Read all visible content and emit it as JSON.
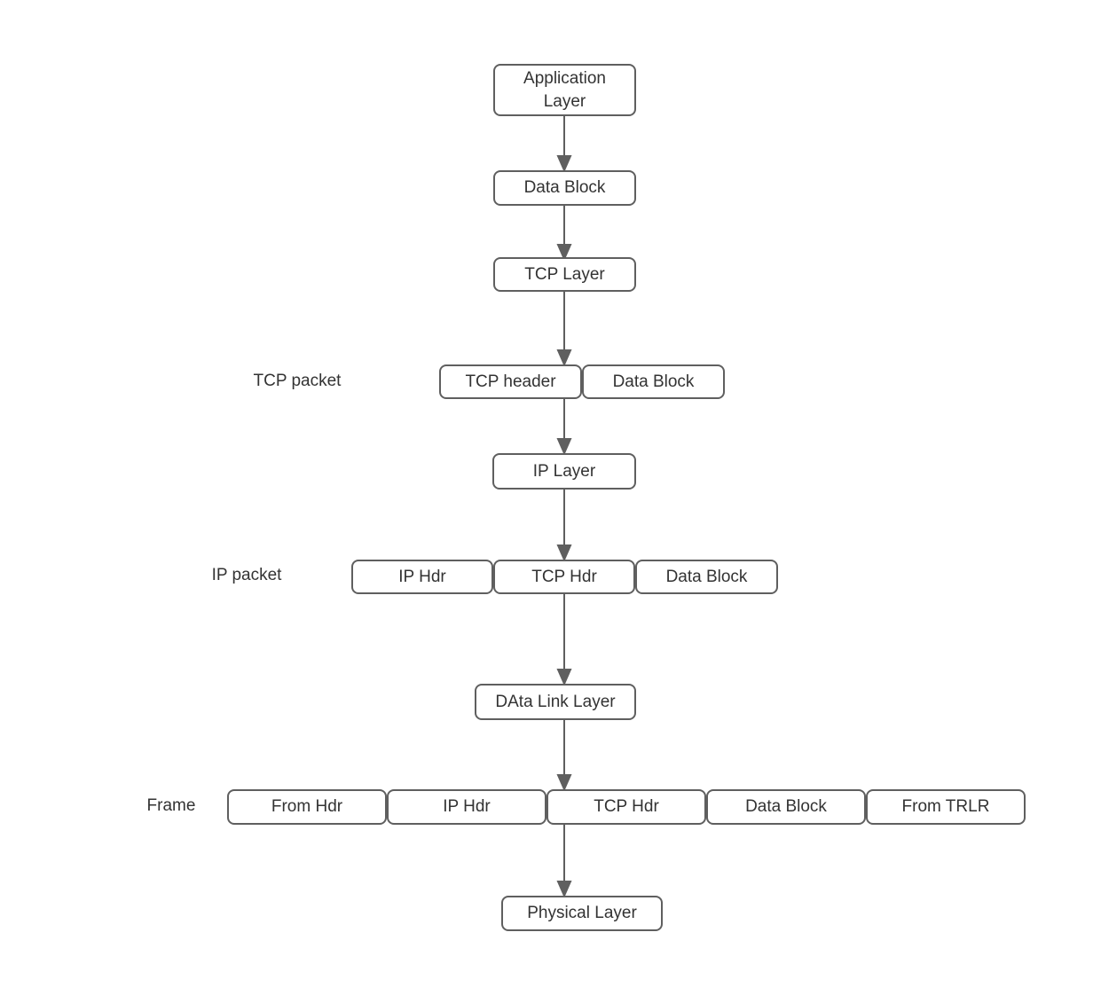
{
  "diagram": {
    "colors": {
      "background": "#ffffff",
      "node_border": "#5f5f5f",
      "node_fill": "#ffffff",
      "text": "#333333",
      "arrow": "#5f5f5f"
    },
    "nodes": {
      "application_layer": "Application Layer",
      "data_block_top": "Data Block",
      "tcp_layer": "TCP Layer",
      "tcp_header": "TCP header",
      "tcp_data_block": "Data Block",
      "ip_layer": "IP Layer",
      "ip_hdr": "IP Hdr",
      "ip_tcp_hdr": "TCP Hdr",
      "ip_data_block": "Data Block",
      "data_link_layer": "DAta Link Layer",
      "frame_from_hdr": "From Hdr",
      "frame_ip_hdr": "IP Hdr",
      "frame_tcp_hdr": "TCP Hdr",
      "frame_data_block": "Data Block",
      "frame_from_trlr": "From TRLR",
      "physical_layer": "Physical Layer"
    },
    "row_labels": {
      "tcp_packet": "TCP packet",
      "ip_packet": "IP packet",
      "frame": "Frame"
    }
  }
}
